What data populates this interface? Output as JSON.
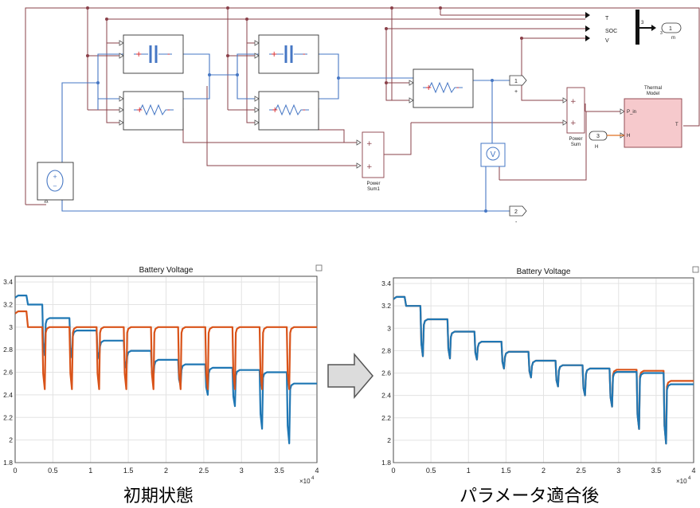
{
  "diagram": {
    "bus_labels": [
      "T",
      "SOC",
      "V"
    ],
    "mux_width_label": "3",
    "out_port_m": {
      "number": "1",
      "label": "m",
      "width": "3"
    },
    "out_port_plus": {
      "number": "1",
      "sign": "+"
    },
    "out_port_minus": {
      "number": "2",
      "sign": "-"
    },
    "in_port_h": {
      "number": "3",
      "label": "H"
    },
    "power_sum": {
      "label": "Power\nSum"
    },
    "power_sum1": {
      "label": "Power\nSum1"
    },
    "thermal_model": {
      "title": "Thermal\nModel",
      "in1": "P_in",
      "in2": "H",
      "out": "T"
    },
    "voltmeter_symbol": "V",
    "source_symbol_plus": "+",
    "source_symbol_minus": "−"
  },
  "arrow_icon": "right-arrow-icon",
  "charts": {
    "left_caption": "初期状態",
    "right_caption": "パラメータ適合後"
  },
  "colors": {
    "signal": "#8a4049",
    "electrical": "#4677c4",
    "series_blue": "#1f77b4",
    "series_orange": "#d95319",
    "thermal_fill": "#f6c9cc"
  },
  "chart_data": [
    {
      "type": "line",
      "title": "Battery Voltage",
      "xlim": [
        0,
        40000
      ],
      "ylim": [
        1.8,
        3.45
      ],
      "x_ticks": [
        0,
        0.5,
        1,
        1.5,
        2,
        2.5,
        3,
        3.5,
        4
      ],
      "x_tick_labels": [
        "0",
        "0.5",
        "1",
        "1.5",
        "2",
        "2.5",
        "3",
        "3.5",
        "4"
      ],
      "x_exponent_label": "×10",
      "x_exponent_power": "4",
      "y_ticks": [
        1.8,
        2,
        2.2,
        2.4,
        2.6,
        2.8,
        3,
        3.2,
        3.4
      ],
      "y_tick_labels": [
        "1.8",
        "2",
        "2.2",
        "2.4",
        "2.6",
        "2.8",
        "3",
        "3.2",
        "3.4"
      ],
      "grid": true,
      "series": [
        {
          "color": "#1f77b4",
          "levels": [
            3.28,
            3.2,
            3.08,
            2.97,
            2.88,
            2.79,
            2.71,
            2.67,
            2.64,
            2.62,
            2.6,
            2.5
          ],
          "dip_times": [
            3600,
            7200,
            10800,
            14400,
            18000,
            21600,
            25200,
            28800,
            32400,
            36000
          ],
          "dip_minima": [
            2.75,
            2.73,
            2.72,
            2.64,
            2.56,
            2.48,
            2.4,
            2.3,
            2.1,
            1.97
          ]
        },
        {
          "color": "#d95319",
          "levels": [
            3.14,
            3.0,
            3.0,
            3.0,
            3.0,
            3.0,
            3.0,
            3.0,
            3.0,
            3.0,
            3.0,
            3.0
          ],
          "dip_times": [
            3600,
            7200,
            10800,
            14400,
            18000,
            21600,
            25200,
            28800,
            32400,
            36000
          ],
          "dip_minima": [
            2.45,
            2.45,
            2.45,
            2.45,
            2.45,
            2.45,
            2.45,
            2.45,
            2.45,
            2.45
          ]
        }
      ]
    },
    {
      "type": "line",
      "title": "Battery Voltage",
      "xlim": [
        0,
        40000
      ],
      "ylim": [
        1.8,
        3.45
      ],
      "x_ticks": [
        0,
        0.5,
        1,
        1.5,
        2,
        2.5,
        3,
        3.5,
        4
      ],
      "x_tick_labels": [
        "0",
        "0.5",
        "1",
        "1.5",
        "2",
        "2.5",
        "3",
        "3.5",
        "4"
      ],
      "x_exponent_label": "×10",
      "x_exponent_power": "4",
      "y_ticks": [
        1.8,
        2,
        2.2,
        2.4,
        2.6,
        2.8,
        3,
        3.2,
        3.4
      ],
      "y_tick_labels": [
        "1.8",
        "2",
        "2.2",
        "2.4",
        "2.6",
        "2.8",
        "3",
        "3.2",
        "3.4"
      ],
      "grid": true,
      "series": [
        {
          "color": "#d95319",
          "levels": [
            3.28,
            3.2,
            3.08,
            2.97,
            2.88,
            2.79,
            2.71,
            2.67,
            2.64,
            2.63,
            2.62,
            2.53
          ],
          "dip_times": [
            3600,
            7200,
            10800,
            14400,
            18000,
            21600,
            25200,
            28800,
            32400,
            36000
          ],
          "dip_minima": [
            2.75,
            2.73,
            2.72,
            2.64,
            2.56,
            2.48,
            2.4,
            2.3,
            2.1,
            1.97
          ]
        },
        {
          "color": "#1f77b4",
          "levels": [
            3.28,
            3.2,
            3.08,
            2.97,
            2.88,
            2.79,
            2.71,
            2.67,
            2.64,
            2.61,
            2.6,
            2.5
          ],
          "dip_times": [
            3600,
            7200,
            10800,
            14400,
            18000,
            21600,
            25200,
            28800,
            32400,
            36000
          ],
          "dip_minima": [
            2.75,
            2.73,
            2.72,
            2.64,
            2.56,
            2.48,
            2.4,
            2.3,
            2.1,
            1.97
          ]
        }
      ]
    }
  ]
}
